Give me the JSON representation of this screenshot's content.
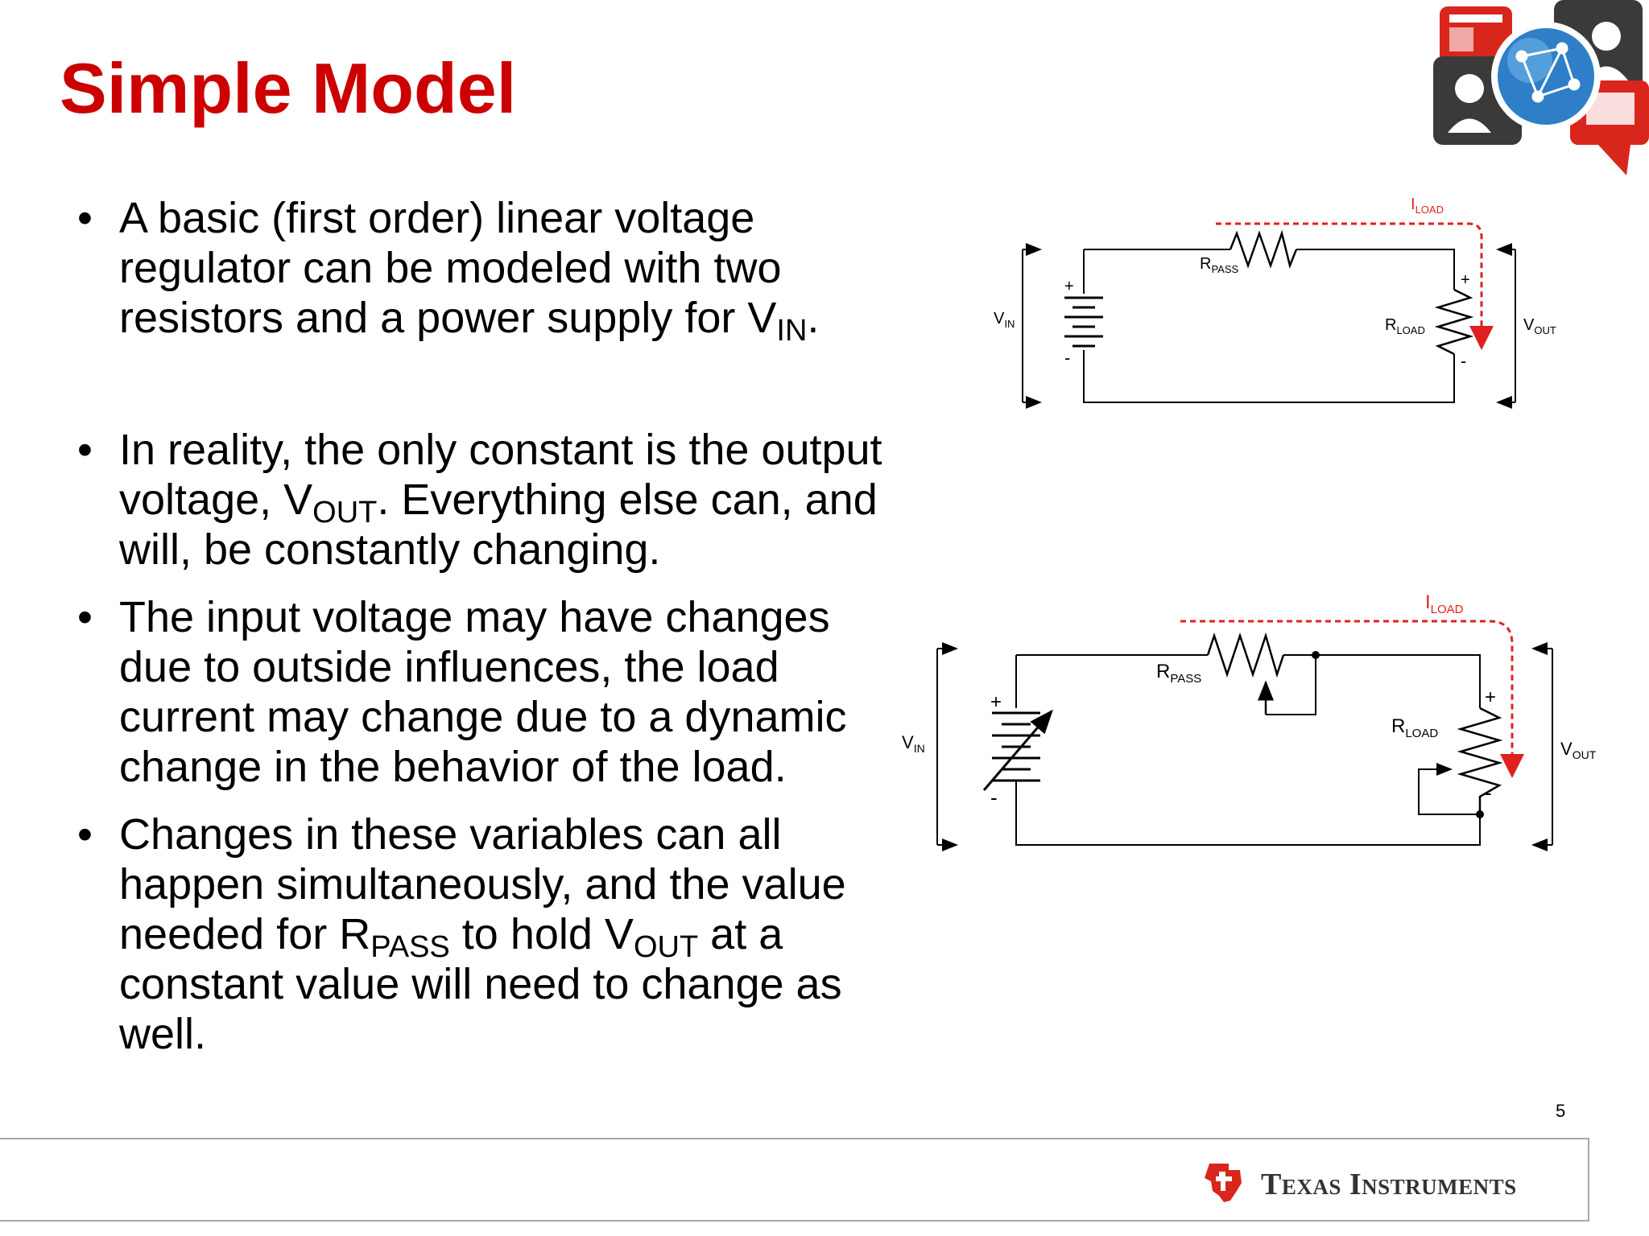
{
  "title": "Simple Model",
  "bullets": [
    {
      "text_before": "A basic (first order) linear voltage regulator can be modeled with two resistors and a power supply for V",
      "sub": "IN",
      "text_after": "."
    },
    {
      "text_before": "In reality, the only constant is the output voltage, V",
      "sub": "OUT",
      "text_after": ". Everything else can, and will, be constantly changing."
    },
    {
      "text": "The input voltage may have changes due to outside influences, the load current may change due to a dynamic change in the behavior of the load."
    },
    {
      "text_before": "Changes in these variables can all happen simultaneously, and the value needed for R",
      "sub": "PASS",
      "text_mid": " to hold V",
      "sub2": "OUT",
      "text_after": " at a constant value will need to change as well."
    }
  ],
  "bullet_glyph": "•",
  "circuit_labels": {
    "vin": "V",
    "vin_sub": "IN",
    "vout": "V",
    "vout_sub": "OUT",
    "rpass": "R",
    "rpass_sub": "PASS",
    "rload": "R",
    "rload_sub": "LOAD",
    "iload": "I",
    "iload_sub": "LOAD",
    "plus": "+",
    "minus": "-"
  },
  "page_number": "5",
  "footer": {
    "company": "Texas Instruments"
  },
  "colors": {
    "title": "#cc0000",
    "current_arrow": "#e02020",
    "footer_border": "#a9a9a9"
  },
  "icons": [
    "network-collaboration-logo",
    "ti-logo-icon"
  ]
}
